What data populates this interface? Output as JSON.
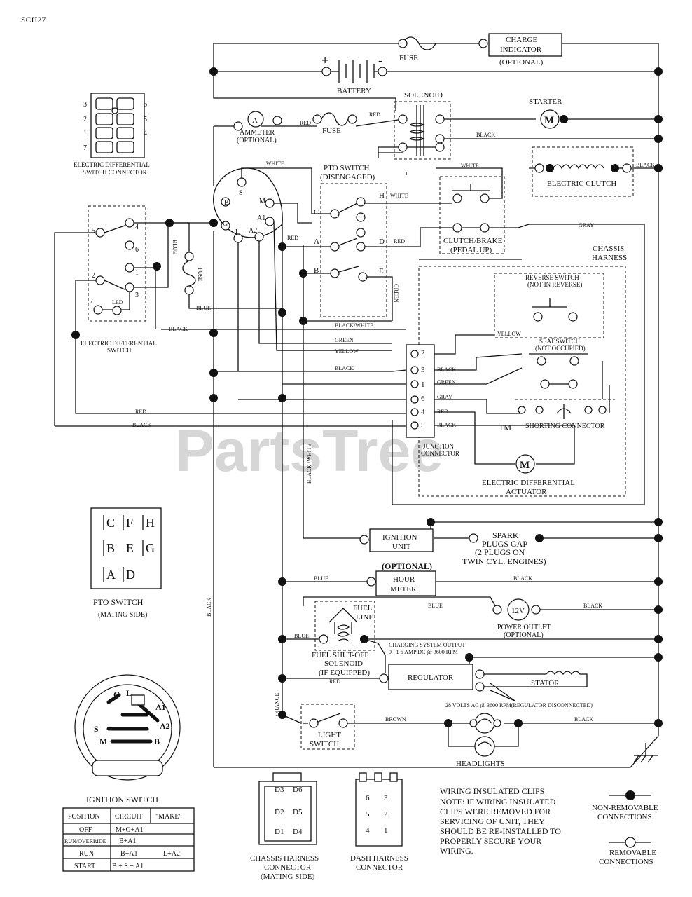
{
  "page_code": "SCH27",
  "watermark": "PartsTree",
  "watermark_tm": "TM",
  "components": {
    "fuse_top": "FUSE",
    "charge_indicator": [
      "CHARGE",
      "INDICATOR"
    ],
    "charge_optional": "(OPTIONAL)",
    "battery": "BATTERY",
    "battery_plus": "+",
    "battery_minus": "-",
    "solenoid": "SOLENOID",
    "starter": "STARTER",
    "motor_m": "M",
    "ammeter_a": "A",
    "ammeter": "AMMETER",
    "ammeter_optional": "(OPTIONAL)",
    "fuse_mid": "FUSE",
    "pto_switch_title": "PTO SWITCH",
    "pto_switch_state": "(DISENGAGED)",
    "electric_clutch": "ELECTRIC CLUTCH",
    "clutch_brake": "CLUTCH/BRAKE",
    "pedal_up": "(PEDAL UP)",
    "chassis_harness": [
      "CHASSIS",
      "HARNESS"
    ],
    "reverse_switch": "REVERSE SWITCH",
    "not_in_reverse": "(NOT IN REVERSE)",
    "seat_switch": "SEAT SWITCH",
    "not_occupied": "(NOT OCCUPIED)",
    "shorting_connector": "SHORTING   CONNECTOR",
    "junction_connector": [
      "JUNCTION",
      "CONNECTOR"
    ],
    "diff_actuator": [
      "ELECTRIC DIFFERENTIAL",
      "ACTUATOR"
    ],
    "edsc": [
      "ELECTRIC DIFFERENTIAL",
      "SWITCH CONNECTOR"
    ],
    "eds": [
      "ELECTRIC DIFFERENTIAL",
      "SWITCH"
    ],
    "led": "LED",
    "fuse_vertical": "FUSE",
    "ignition_unit": [
      "IGNITION",
      "UNIT"
    ],
    "spark_plugs": [
      "SPARK",
      "PLUGS GAP",
      "(2 PLUGS ON",
      "TWIN CYL. ENGINES)"
    ],
    "optional_bold": "(OPTIONAL)",
    "hour_meter": [
      "HOUR",
      "METER"
    ],
    "power_outlet_12v": "12V",
    "power_outlet": [
      "POWER OUTLET",
      "(OPTIONAL)"
    ],
    "fuel_line": [
      "FUEL",
      "LINE"
    ],
    "fuel_solenoid": [
      "FUEL SHUT-OFF",
      "SOLENOID",
      "(IF EQUIPPED)"
    ],
    "charging_output": [
      "CHARGING SYSTEM OUTPUT",
      "9 - 1 6 AMP DC @ 3600 RPM"
    ],
    "regulator": "REGULATOR",
    "stator": "STATOR",
    "stator_note": "28 VOLTS AC @ 3600 RPM(REGULATOR DISCONNECTED)",
    "light_switch": [
      "LIGHT",
      "SWITCH"
    ],
    "headlights": "HEADLIGHTS",
    "pto_mating": [
      "PTO SWITCH",
      "(MATING SIDE)"
    ],
    "pto_letters": [
      "C",
      "F",
      "H",
      "B",
      "E",
      "G",
      "A",
      "D"
    ],
    "ignition_switch_title": "IGNITION SWITCH",
    "ignition_letters": [
      "G",
      "L",
      "A1",
      "A2",
      "S",
      "M",
      "B"
    ],
    "chassis_connector": [
      "CHASSIS HARNESS",
      "CONNECTOR",
      "(MATING SIDE)"
    ],
    "chassis_pins": [
      "D3",
      "D6",
      "D2",
      "D5",
      "D1",
      "D4"
    ],
    "dash_connector": [
      "DASH HARNESS",
      "CONNECTOR"
    ],
    "dash_pins": [
      "6",
      "3",
      "5",
      "2",
      "4",
      "1"
    ],
    "edsc_pins": [
      "3",
      "6",
      "2",
      "5",
      "1",
      "4",
      "7"
    ]
  },
  "ignition_table": {
    "headers": [
      "POSITION",
      "CIRCUIT",
      "\"MAKE\""
    ],
    "rows": [
      [
        "OFF",
        "M+G+A1",
        ""
      ],
      [
        "RUN/OVERRIDE",
        "B+A1",
        ""
      ],
      [
        "RUN",
        "B+A1",
        "L+A2"
      ],
      [
        "START",
        "B + S + A1",
        ""
      ]
    ]
  },
  "wire_labels": {
    "red": "RED",
    "black": "BLACK",
    "white": "WHITE",
    "blue": "BLUE",
    "gray": "GRAY",
    "green": "GREEN",
    "yellow": "YELLOW",
    "black_white": "BLACK/WHITE",
    "black_white_v": "BLACK /WHITE",
    "orange": "ORANGE",
    "brown": "BROWN"
  },
  "terminal_labels": {
    "ign": [
      "S",
      "B",
      "M",
      "A1",
      "G",
      "L",
      "A2"
    ],
    "pto": [
      "C",
      "H",
      "A",
      "D",
      "B",
      "E"
    ],
    "eds": [
      "5",
      "4",
      "6",
      "1",
      "2",
      "3",
      "7"
    ],
    "junction": [
      "2",
      "3",
      "1",
      "6",
      "4",
      "5"
    ]
  },
  "notes": {
    "clips": [
      "WIRING INSULATED CLIPS",
      "NOTE:  IF WIRING INSULATED",
      "CLIPS WERE REMOVED FOR",
      "SERVICING OF UNIT, THEY",
      "SHOULD BE RE-INSTALLED TO",
      "PROPERLY SECURE YOUR",
      "WIRING."
    ],
    "non_removable": [
      "NON-REMOVABLE",
      "CONNECTIONS"
    ],
    "removable": [
      "REMOVABLE",
      "CONNECTIONS"
    ]
  }
}
